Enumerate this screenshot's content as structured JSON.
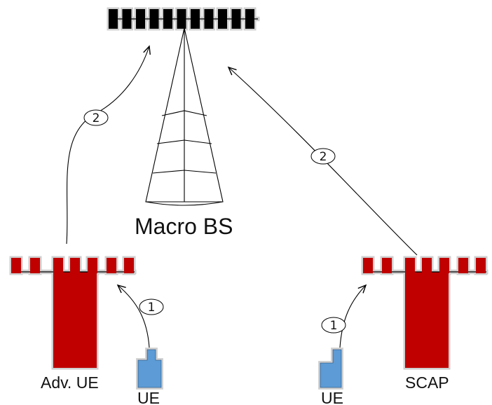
{
  "labels": {
    "macro_bs": "Macro BS",
    "adv_ue": "Adv. UE",
    "ue_left": "UE",
    "ue_right": "UE",
    "scap": "SCAP"
  },
  "steps": {
    "adv_uplink": "2",
    "scap_uplink": "2",
    "ue_to_adv": "1",
    "ue_to_scap": "1"
  },
  "colors": {
    "bs_antenna": "#000000",
    "relay_red": "#c00000",
    "ue_blue": "#5b9bd5",
    "edge": "#000000"
  },
  "icons": {
    "bs_antenna": "antenna-array-icon",
    "tower": "tower-icon",
    "relay_antenna": "antenna-array-icon",
    "ue": "handset-icon"
  }
}
